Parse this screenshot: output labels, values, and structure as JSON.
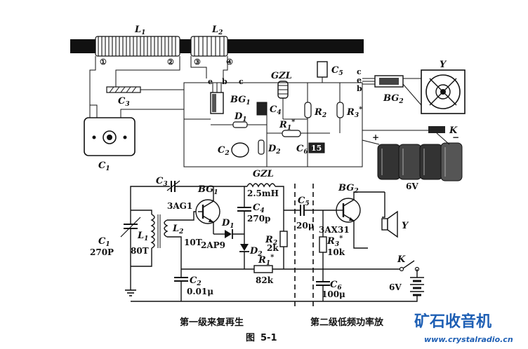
{
  "figure": {
    "number_label": "图",
    "number": "5-1",
    "caption_stage1": "第一级来复再生",
    "caption_stage2": "第二级低频功率放"
  },
  "pictorial": {
    "L1": "L",
    "L1_sub": "1",
    "L2": "L",
    "L2_sub": "2",
    "terminals": [
      "①",
      "②",
      "③",
      "④"
    ],
    "C3": "C",
    "C3_sub": "3",
    "C1": "C",
    "C1_sub": "1",
    "C2": "C",
    "C2_sub": "2",
    "GZL": "GZL",
    "BG1": "BG",
    "BG1_sub": "1",
    "C4": "C",
    "C4_sub": "4",
    "D1": "D",
    "D1_sub": "1",
    "D2": "D",
    "D2_sub": "2",
    "R1": "R",
    "R1_sub": "1",
    "R1_star": "*",
    "C5": "C",
    "C5_sub": "5",
    "R2": "R",
    "R2_sub": "2",
    "R3": "R",
    "R3_sub": "3",
    "R3_star": "*",
    "C6": "C",
    "C6_sub": "6",
    "C6_value": "15",
    "BG2": "BG",
    "BG2_sub": "2",
    "Y": "Y",
    "K": "K",
    "battery": "6V",
    "pin_e": "e",
    "pin_b": "b",
    "pin_c": "c",
    "plus": "+",
    "minus": "−"
  },
  "schematic": {
    "C3": "C",
    "C3_sub": "3",
    "BG1": "BG",
    "BG1_sub": "1",
    "BG1_type": "3AG1",
    "GZL": "GZL",
    "GZL_value": "2.5mH",
    "C4": "C",
    "C4_sub": "4",
    "C4_value": "270p",
    "C1": "C",
    "C1_sub": "1",
    "C1_value": "270P",
    "L1": "L",
    "L1_sub": "1",
    "L1_turns": "80T",
    "L2": "L",
    "L2_sub": "2",
    "L2_turns": "10T",
    "D1": "D",
    "D1_sub": "1",
    "D1_type": "2AP9",
    "D2": "D",
    "D2_sub": "2",
    "C2": "C",
    "C2_sub": "2",
    "C2_value": "0.01μ",
    "R2": "R",
    "R2_sub": "2",
    "R2_value": "2k",
    "R1": "R",
    "R1_sub": "1",
    "R1_star": "*",
    "R1_value": "82k",
    "C5": "C",
    "C5_sub": "5",
    "C5_value": "20μ",
    "BG2": "BG",
    "BG2_sub": "2",
    "BG2_type": "3AX31",
    "R3": "R",
    "R3_sub": "3",
    "R3_star": "*",
    "R3_value": "10k",
    "C6": "C",
    "C6_sub": "6",
    "C6_value": "100μ",
    "Y": "Y",
    "K": "K",
    "battery": "6V"
  },
  "watermark": {
    "brand": "矿石收音机",
    "url": "www.crystalradio.cn",
    "accent_color": "#1e5fb4"
  }
}
